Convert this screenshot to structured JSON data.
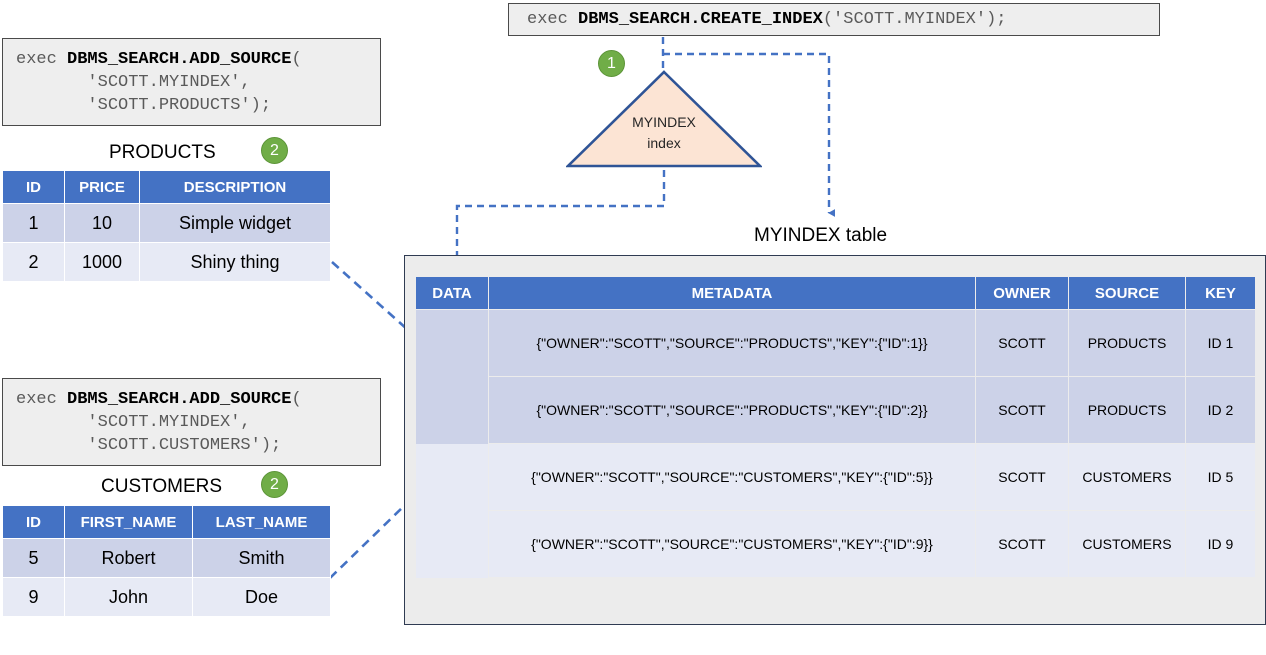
{
  "code_blocks": {
    "create_index": {
      "prefix": "exec ",
      "bold": "DBMS_SEARCH.CREATE_INDEX",
      "suffix": "('SCOTT.MYINDEX');"
    },
    "add_source_products": {
      "line1_prefix": "exec ",
      "line1_bold": "DBMS_SEARCH.ADD_SOURCE",
      "line1_suffix": "(",
      "line2": "       'SCOTT.MYINDEX',",
      "line3": "       'SCOTT.PRODUCTS');"
    },
    "add_source_customers": {
      "line1_prefix": "exec ",
      "line1_bold": "DBMS_SEARCH.ADD_SOURCE",
      "line1_suffix": "(",
      "line2": "       'SCOTT.MYINDEX',",
      "line3": "       'SCOTT.CUSTOMERS');"
    }
  },
  "badges": {
    "step1": "1",
    "step2_products": "2",
    "step2_customers": "2"
  },
  "index_shape": {
    "line1": "MYINDEX",
    "line2": "index"
  },
  "source_tables": {
    "products": {
      "title": "PRODUCTS",
      "columns": [
        "ID",
        "PRICE",
        "DESCRIPTION"
      ],
      "rows": [
        [
          "1",
          "10",
          "Simple widget"
        ],
        [
          "2",
          "1000",
          "Shiny thing"
        ]
      ]
    },
    "customers": {
      "title": "CUSTOMERS",
      "columns": [
        "ID",
        "FIRST_NAME",
        "LAST_NAME"
      ],
      "rows": [
        [
          "5",
          "Robert",
          "Smith"
        ],
        [
          "9",
          "John",
          "Doe"
        ]
      ]
    }
  },
  "myindex_table": {
    "title": "MYINDEX table",
    "columns": [
      "DATA",
      "METADATA",
      "OWNER",
      "SOURCE",
      "KEY"
    ],
    "rows": [
      {
        "group": "products",
        "data": "",
        "metadata": "{\"OWNER\":\"SCOTT\",\"SOURCE\":\"PRODUCTS\",\"KEY\":{\"ID\":1}}",
        "owner": "SCOTT",
        "source": "PRODUCTS",
        "key": "ID 1"
      },
      {
        "group": "products",
        "data": "",
        "metadata": "{\"OWNER\":\"SCOTT\",\"SOURCE\":\"PRODUCTS\",\"KEY\":{\"ID\":2}}",
        "owner": "SCOTT",
        "source": "PRODUCTS",
        "key": "ID 2"
      },
      {
        "group": "customers",
        "data": "",
        "metadata": "{\"OWNER\":\"SCOTT\",\"SOURCE\":\"CUSTOMERS\",\"KEY\":{\"ID\":5}}",
        "owner": "SCOTT",
        "source": "CUSTOMERS",
        "key": "ID 5"
      },
      {
        "group": "customers",
        "data": "",
        "metadata": "{\"OWNER\":\"SCOTT\",\"SOURCE\":\"CUSTOMERS\",\"KEY\":{\"ID\":9}}",
        "owner": "SCOTT",
        "source": "CUSTOMERS",
        "key": "ID 9"
      }
    ]
  },
  "colors": {
    "header_blue": "#4472c4",
    "row_band_dark": "#ccd2e8",
    "row_band_light": "#e7eaf5",
    "badge_green": "#70ad47",
    "connector_blue": "#4472c4",
    "triangle_fill": "#fce4d4",
    "triangle_stroke": "#2f5496",
    "panel_gray": "#ececec",
    "code_bg": "#eeeeee"
  }
}
